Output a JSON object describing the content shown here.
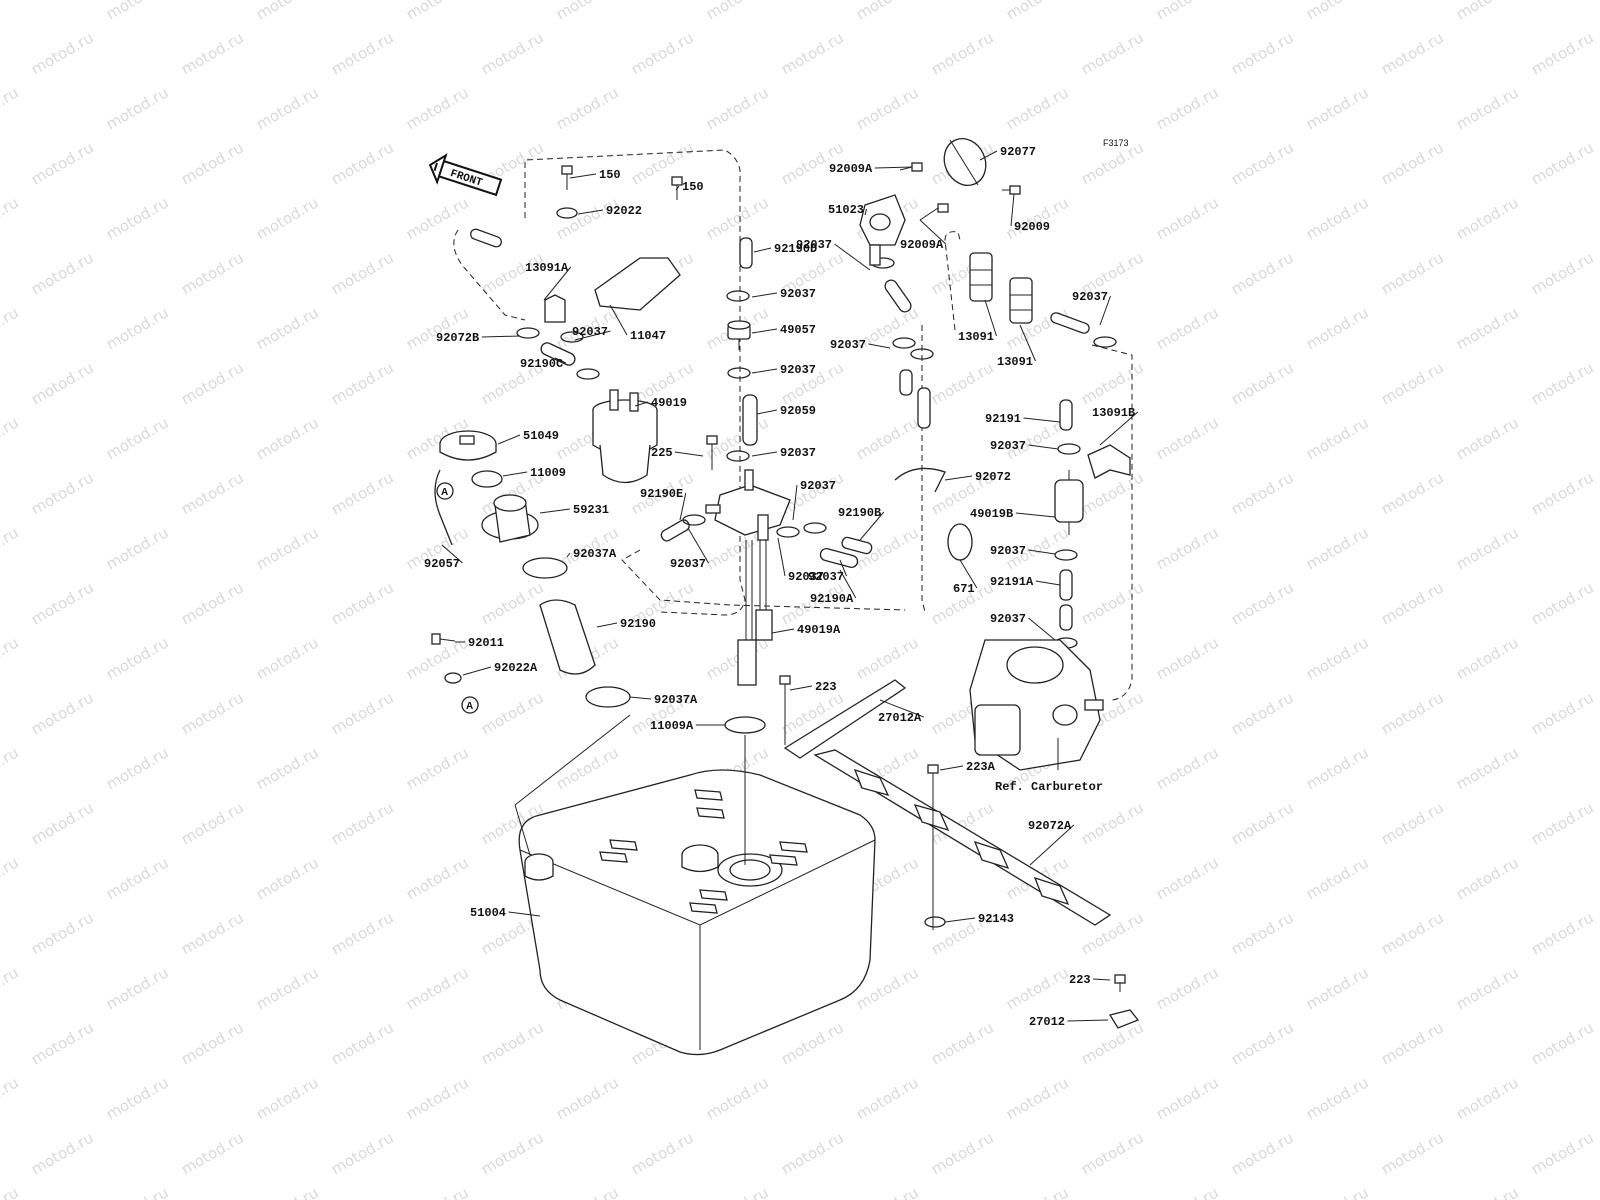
{
  "figure_code": "F3173",
  "watermark": "motod.ru",
  "front_label": "FRONT",
  "callout_a": "A",
  "parts": [
    "150",
    "150",
    "92022",
    "92190D",
    "13091A",
    "11047",
    "92037",
    "92072B",
    "92037",
    "49057",
    "92190C",
    "92037",
    "49019",
    "92059",
    "51049",
    "225",
    "92037",
    "11009",
    "92190E",
    "92037",
    "59231",
    "92037",
    "92190B",
    "92072",
    "92057",
    "92037A",
    "92037",
    "92037",
    "92190A",
    "92190",
    "49019A",
    "92011",
    "92022A",
    "223",
    "92037A",
    "27012A",
    "11009A",
    "51004",
    "92009A",
    "92077",
    "51023",
    "92009A",
    "92009",
    "92037",
    "13091",
    "13091",
    "92037",
    "92037",
    "92191",
    "13091B",
    "92037",
    "49019B",
    "671",
    "92037",
    "92191A",
    "92037",
    "223A",
    "92072A",
    "92143",
    "223",
    "27012"
  ],
  "ref_label": "Ref. Carburetor"
}
